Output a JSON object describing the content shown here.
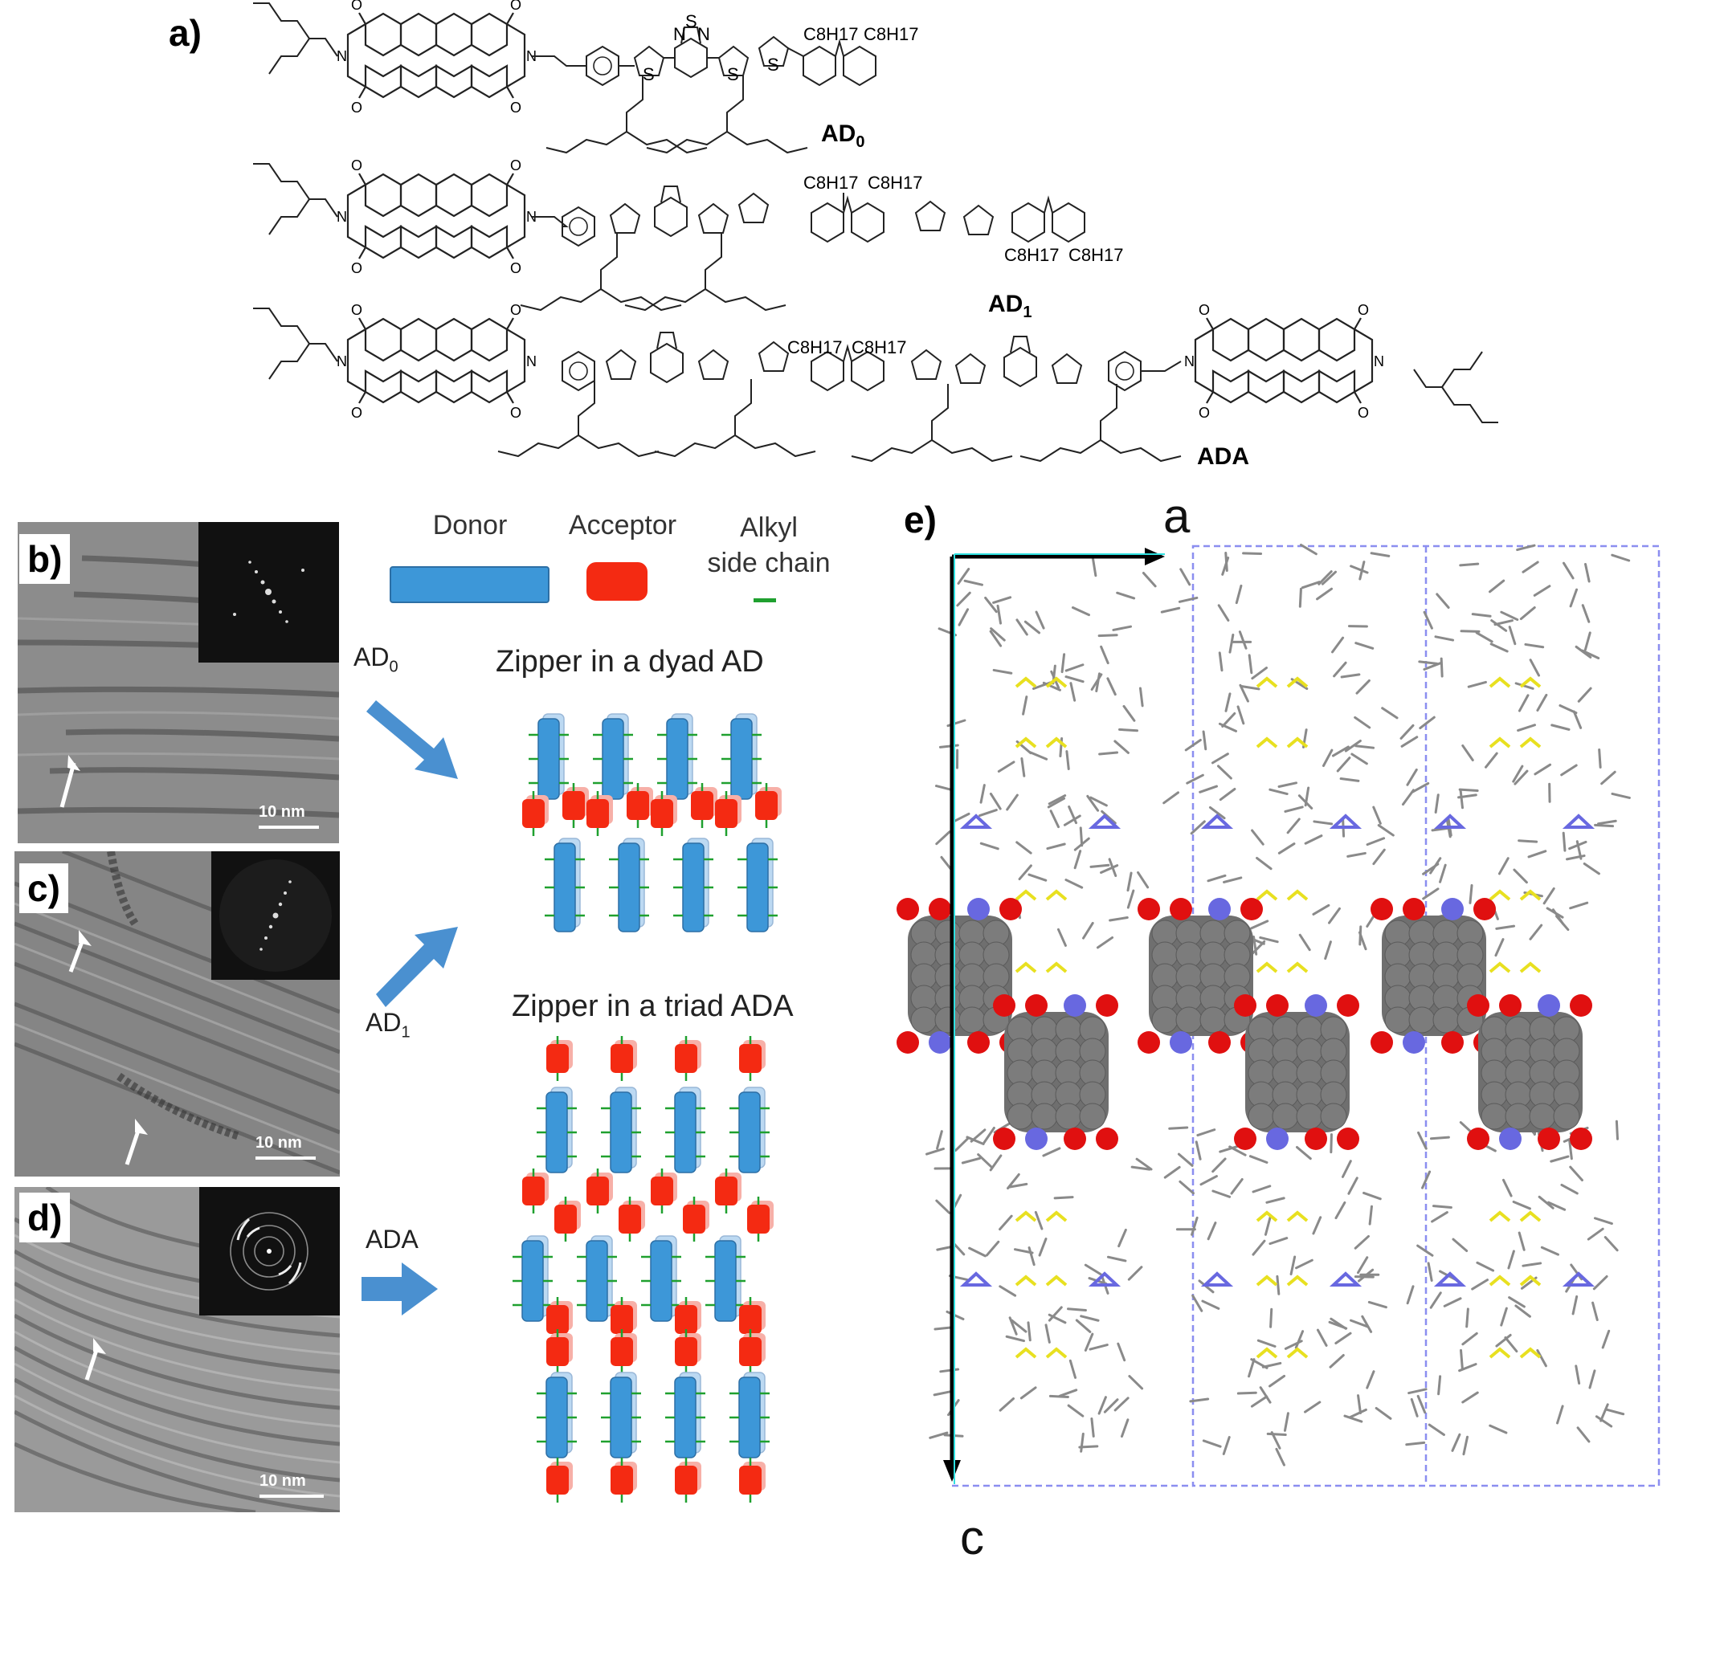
{
  "panel_a": {
    "label": "a)",
    "molecules": [
      {
        "name": "AD",
        "sub": "0"
      },
      {
        "name": "AD",
        "sub": "1"
      },
      {
        "name": "ADA",
        "sub": ""
      }
    ],
    "side_chain": "C8H17",
    "atoms": {
      "sulfur": "S",
      "nitrogen": "N",
      "oxygen": "O"
    }
  },
  "panel_b": {
    "label": "b)",
    "scalebar": "10 nm"
  },
  "panel_c": {
    "label": "c)",
    "scalebar": "10 nm"
  },
  "panel_d": {
    "label": "d)",
    "scalebar": "10 nm"
  },
  "legend": {
    "donor": "Donor",
    "acceptor": "Acceptor",
    "alkyl_line1": "Alkyl",
    "alkyl_line2": "side chain"
  },
  "arrows": [
    {
      "name": "AD",
      "sub": "0"
    },
    {
      "name": "AD",
      "sub": "1"
    },
    {
      "name": "ADA",
      "sub": ""
    }
  ],
  "zipper_dyad_title": "Zipper in a dyad AD",
  "zipper_triad_title": "Zipper in a triad ADA",
  "panel_e": {
    "label": "e)",
    "axis_a": "a",
    "axis_c": "c"
  },
  "colors": {
    "donor": "#3d97d8",
    "acceptor": "#f42a12",
    "alkyl": "#1fa02f",
    "arrow": "#4a90d0",
    "cell_box": "#8b8ef0",
    "atom_oxygen": "#e01010",
    "atom_nitrogen": "#6868e0",
    "atom_sulfur": "#e8e020",
    "atom_carbon": "#707070"
  }
}
